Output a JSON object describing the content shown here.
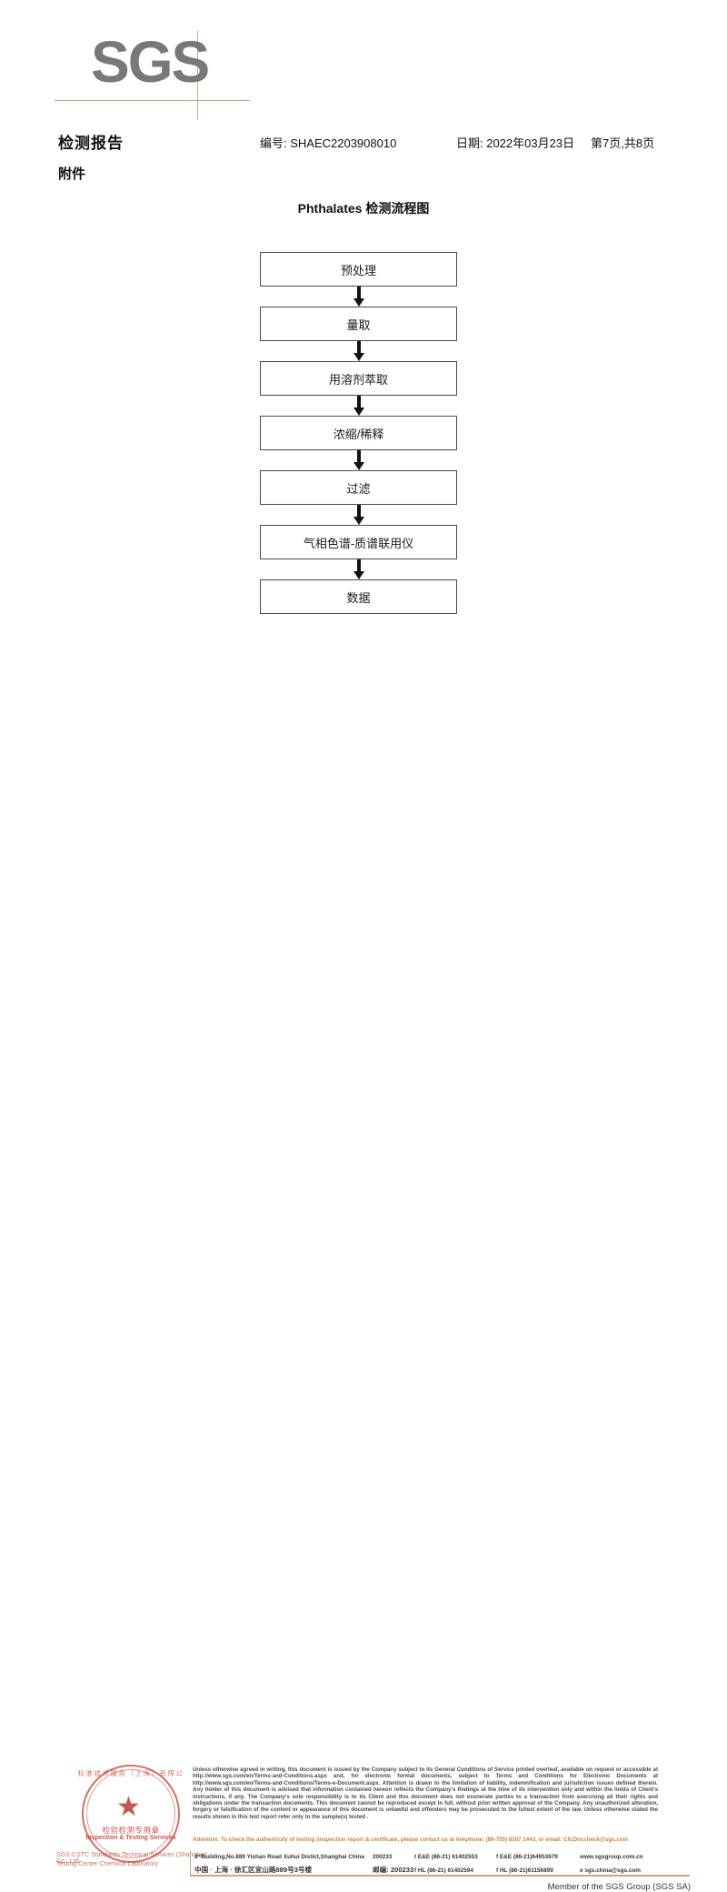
{
  "brand": {
    "logo_text": "SGS",
    "logo_color": "#78787a",
    "rule_color": "#c8a882"
  },
  "header": {
    "doc_title": "检测报告",
    "doc_subtitle": "附件",
    "report_no": "编号: SHAEC2203908010",
    "date": "日期: 2022年03月23日",
    "page_info": "第7页,共8页"
  },
  "flowchart": {
    "title": "Phthalates 检测流程图",
    "steps": [
      {
        "label": "预处理"
      },
      {
        "label": "量取"
      },
      {
        "label": "用溶剂萃取"
      },
      {
        "label": "浓缩/稀释"
      },
      {
        "label": "过滤"
      },
      {
        "label": "气相色谱-质谱联用仪"
      },
      {
        "label": "数据"
      }
    ]
  },
  "seal": {
    "arc_top": "标准技术服务（上海）有限公",
    "cn_label": "检验检测专用章",
    "en_label": "Inspection & Testing Services",
    "under_line1": "SGS-CSTC Standards Technical Services (Shanghai) Co., Ltd.",
    "under_line2": "Testing Center-Chemical Laboratory",
    "color": "#c0392b",
    "star_glyph": "★"
  },
  "footer": {
    "legal_text": "Unless otherwise agreed in writing, this document is issued by the Company subject to its General Conditions of Service printed overleaf, available on request or accessible at http://www.sgs.com/en/Terms-and-Conditions.aspx and, for electronic format documents, subject to Terms and Conditions for Electronic Documents at http://www.sgs.com/en/Terms-and-Conditions/Terms-e-Document.aspx. Attention is drawn to the limitation of liability, indemnification and jurisdiction issues defined therein. Any holder of this document is advised that information contained hereon reflects the Company's findings at the time of its intervention only and within the limits of Client's instructions, if any. The Company's sole responsibility is to its Client and this document does not exonerate parties to a transaction from exercising all their rights and obligations under the transaction documents. This document cannot be reproduced except in full, without prior written approval of the Company. Any unauthorized alteration, forgery or falsification of the content or appearance of this document is unlawful and offenders may be prosecuted to the fullest extent of the law. Unless otherwise stated the results shown in this test report refer only to the sample(s) tested .",
    "attention_text": "Attention: To check the authenticity of testing /inspection report & certificate, please contact us at telephone: (86-755) 8307 1443, or email: CN.Doccheck@sgs.com",
    "attention_color": "#c8803c",
    "address_en": "3ʳᵈBuilding,No.889 Yishan Road Xuhui Distict,Shanghai China",
    "address_cn": "中国 · 上海 · 徐汇区宜山路889号3号楼",
    "zip_en": "200233",
    "zip_cn_label": "邮编: 200233",
    "phone1_en": "t E&E (86-21) 61402553",
    "phone1_cn": "f HL (86-21) 61402594",
    "phone2_en": "f E&E (86-21)64953679",
    "phone2_cn": "f HL (86-21)61156899",
    "website": "www.sgsgroup.com.cn",
    "email": "e sgs.china@sgs.com",
    "member_line": "Member of the SGS Group (SGS SA)"
  }
}
